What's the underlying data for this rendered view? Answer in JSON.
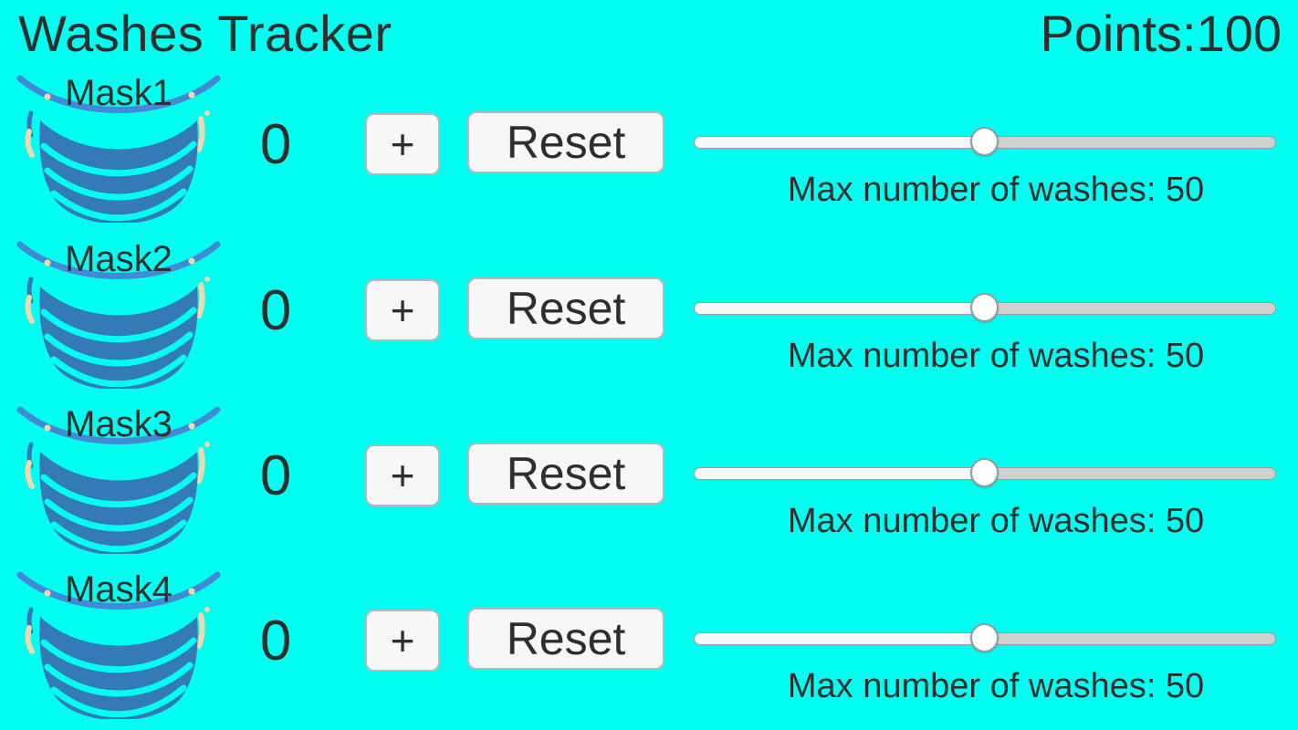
{
  "header": {
    "title": "Washes Tracker",
    "points_label": "Points:",
    "points_value": "100"
  },
  "colors": {
    "background": "#00fff0",
    "text": "#2e2e2e",
    "mask_body": "#337ab6",
    "mask_strap": "#4289d6",
    "ear_tie": "#f4d8ad",
    "button_bg": "#f7f7f7",
    "button_border": "#b8b8b8",
    "track_filled": "#f7f7f7",
    "track_empty": "#d0d0d0",
    "track_border": "#9e9e9e",
    "thumb_fill": "#fdfdfd"
  },
  "rows": [
    {
      "mask_label": "Mask1",
      "count": "0",
      "plus_label": "+",
      "reset_label": "Reset",
      "slider_percent": 50,
      "max_label": "Max number of washes: 50"
    },
    {
      "mask_label": "Mask2",
      "count": "0",
      "plus_label": "+",
      "reset_label": "Reset",
      "slider_percent": 50,
      "max_label": "Max number of washes: 50"
    },
    {
      "mask_label": "Mask3",
      "count": "0",
      "plus_label": "+",
      "reset_label": "Reset",
      "slider_percent": 50,
      "max_label": "Max number of washes: 50"
    },
    {
      "mask_label": "Mask4",
      "count": "0",
      "plus_label": "+",
      "reset_label": "Reset",
      "slider_percent": 50,
      "max_label": "Max number of washes: 50"
    }
  ]
}
